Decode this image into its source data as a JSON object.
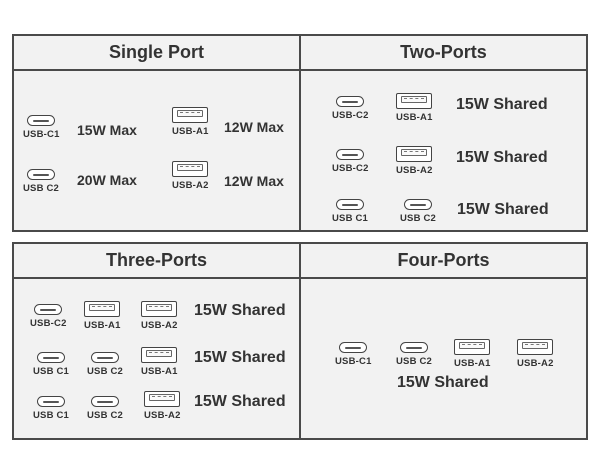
{
  "top": {
    "single": {
      "title": "Single Port",
      "rows": [
        {
          "c_label": "USB-C1",
          "c_power": "15W Max",
          "a_label": "USB-A1",
          "a_power": "12W Max"
        },
        {
          "c_label": "USB C2",
          "c_power": "20W Max",
          "a_label": "USB-A2",
          "a_power": "12W Max"
        }
      ]
    },
    "two": {
      "title": "Two-Ports",
      "rows": [
        {
          "p1": "USB-C2",
          "p2": "USB-A1",
          "power": "15W Shared"
        },
        {
          "p1": "USB-C2",
          "p2": "USB-A2",
          "power": "15W Shared"
        },
        {
          "p1": "USB C1",
          "p2": "USB C2",
          "power": "15W Shared"
        }
      ]
    }
  },
  "bottom": {
    "three": {
      "title": "Three-Ports",
      "rows": [
        {
          "p1": "USB-C2",
          "p2": "USB-A1",
          "p3": "USB-A2",
          "power": "15W Shared"
        },
        {
          "p1": "USB C1",
          "p2": "USB C2",
          "p3": "USB-A1",
          "power": "15W Shared"
        },
        {
          "p1": "USB C1",
          "p2": "USB C2",
          "p3": "USB-A2",
          "power": "15W Shared"
        }
      ]
    },
    "four": {
      "title": "Four-Ports",
      "ports": [
        "USB-C1",
        "USB C2",
        "USB-A1",
        "USB-A2"
      ],
      "power": "15W Shared"
    }
  }
}
